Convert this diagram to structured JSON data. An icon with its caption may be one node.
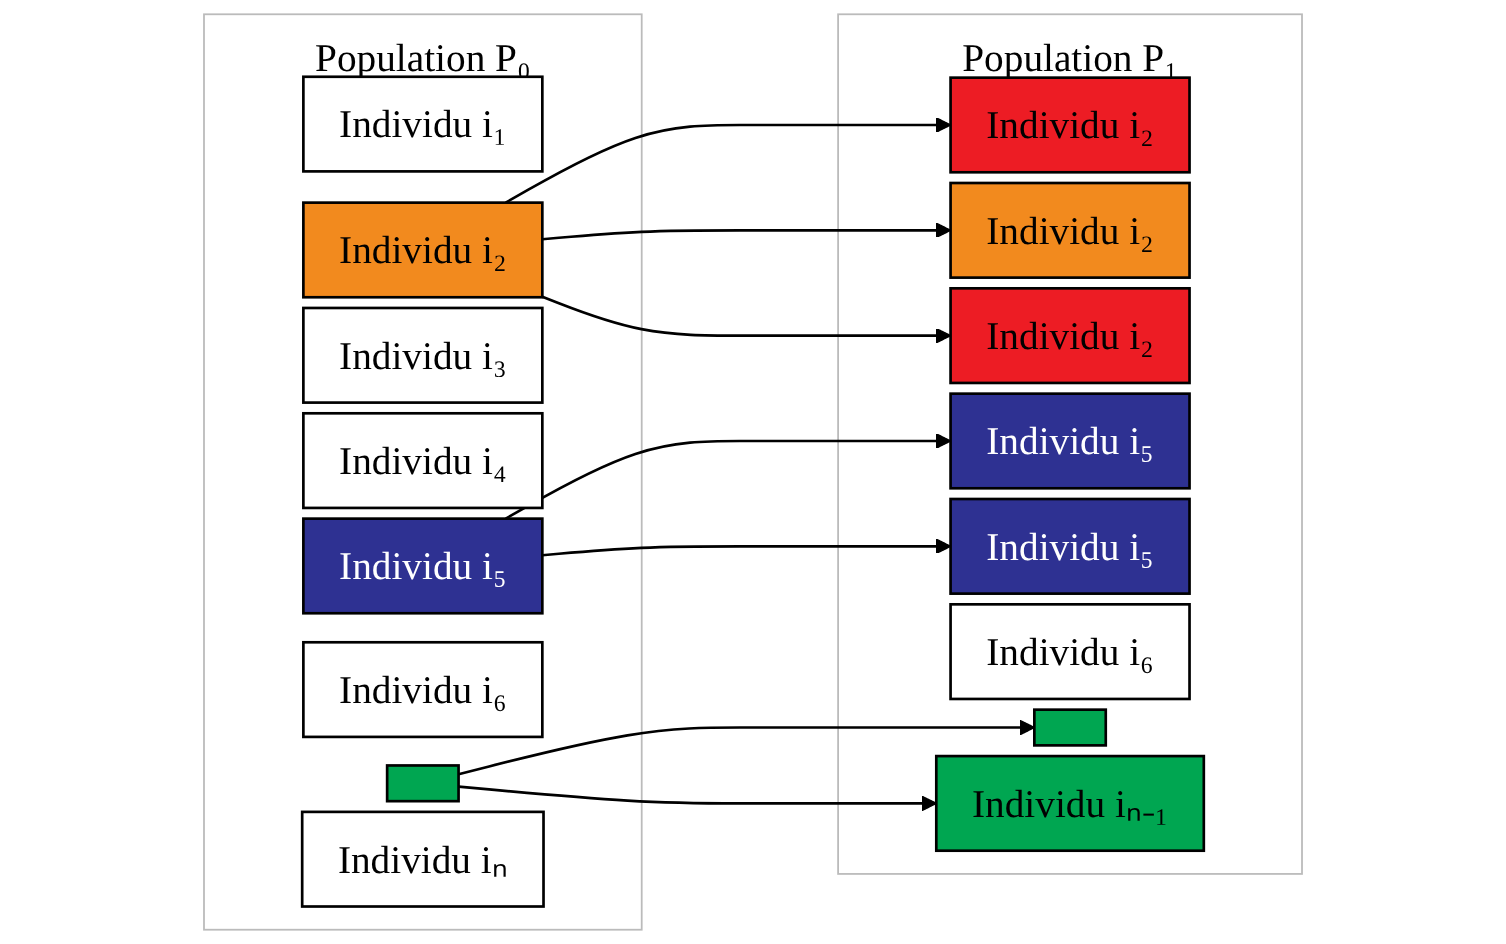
{
  "diagram": {
    "nodes": [
      {
        "text": [
          "Population P₀"
        ]
      },
      {
        "text": [
          "Individu i₁"
        ],
        "in": 0
      },
      {
        "text": [
          "Individu i₂"
        ],
        "in": 0
      },
      {
        "text": [
          "Individu i₃"
        ],
        "in": 0
      },
      {
        "text": [
          "Individu i₄"
        ],
        "in": 0
      },
      {
        "text": [
          "Individu i₅"
        ],
        "in": 0
      },
      {
        "text": [
          "Individu i₆"
        ],
        "in": 0
      },
      {
        "text": [],
        "shape": "box",
        "in": 0
      },
      {
        "text": [
          "Individu iₙ"
        ],
        "in": 0
      },
      {
        "text": [
          "Population P₁"
        ]
      },
      {
        "text": [
          "Individu i₂"
        ],
        "in": 9
      },
      {
        "text": [
          "Individu i₂"
        ],
        "in": 9
      },
      {
        "text": [
          "Individu i₂"
        ],
        "in": 9
      },
      {
        "text": [
          "Individu i₅"
        ],
        "in": 9
      },
      {
        "text": [
          "Individu i₅"
        ],
        "in": 9
      },
      {
        "text": [
          "Individu i₆"
        ],
        "in": 9
      },
      {
        "text": [],
        "shape": "box",
        "in": 9
      },
      {
        "text": [
          "Individu iₙ₋₁"
        ],
        "in": 9
      }
    ],
    "edges": [
      {
        "from": 2,
        "to": 10,
        "arrow": "to"
      },
      {
        "from": 2,
        "to": 11,
        "arrow": "to"
      },
      {
        "from": 2,
        "to": 12,
        "arrow": "to"
      },
      {
        "from": 5,
        "to": 13,
        "arrow": "to"
      },
      {
        "from": 5,
        "to": 14,
        "arrow": "to"
      },
      {
        "from": 7,
        "to": 16,
        "arrow": "to"
      },
      {
        "from": 7,
        "to": 17,
        "arrow": "to"
      }
    ]
  }
}
